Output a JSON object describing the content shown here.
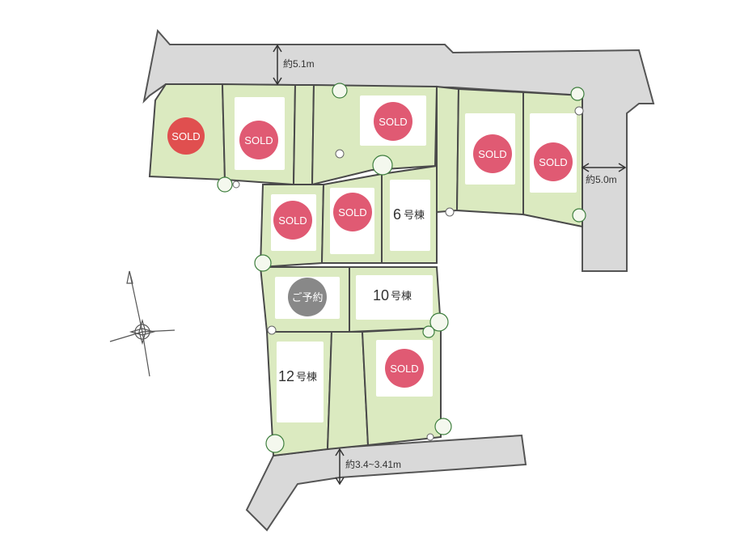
{
  "map": {
    "road_width_top": "約5.1m",
    "road_width_right": "約5.0m",
    "road_width_bottom": "約3.4~3.41m"
  },
  "lots": [
    {
      "id": "lot-1",
      "status_label": "SOLD",
      "badge_color": "#e04f4f"
    },
    {
      "id": "lot-2",
      "status_label": "SOLD",
      "badge_color": "#e05a73"
    },
    {
      "id": "lot-3",
      "status_label": "SOLD",
      "badge_color": "#e05a73"
    },
    {
      "id": "lot-4",
      "status_label": "SOLD",
      "badge_color": "#e05a73"
    },
    {
      "id": "lot-5",
      "status_label": "SOLD",
      "badge_color": "#e05a73"
    },
    {
      "id": "lot-6a",
      "status_label": "SOLD",
      "badge_color": "#e05a73"
    },
    {
      "id": "lot-6b",
      "status_label": "SOLD",
      "badge_color": "#e05a73"
    },
    {
      "id": "lot-6",
      "number_label": "6",
      "suffix_label": "号棟"
    },
    {
      "id": "lot-9",
      "status_label": "ご予約",
      "badge_color": "#888888"
    },
    {
      "id": "lot-10",
      "number_label": "10",
      "suffix_label": "号棟"
    },
    {
      "id": "lot-12",
      "number_label": "12",
      "suffix_label": "号棟"
    },
    {
      "id": "lot-11",
      "status_label": "SOLD",
      "badge_color": "#e05a73"
    }
  ]
}
